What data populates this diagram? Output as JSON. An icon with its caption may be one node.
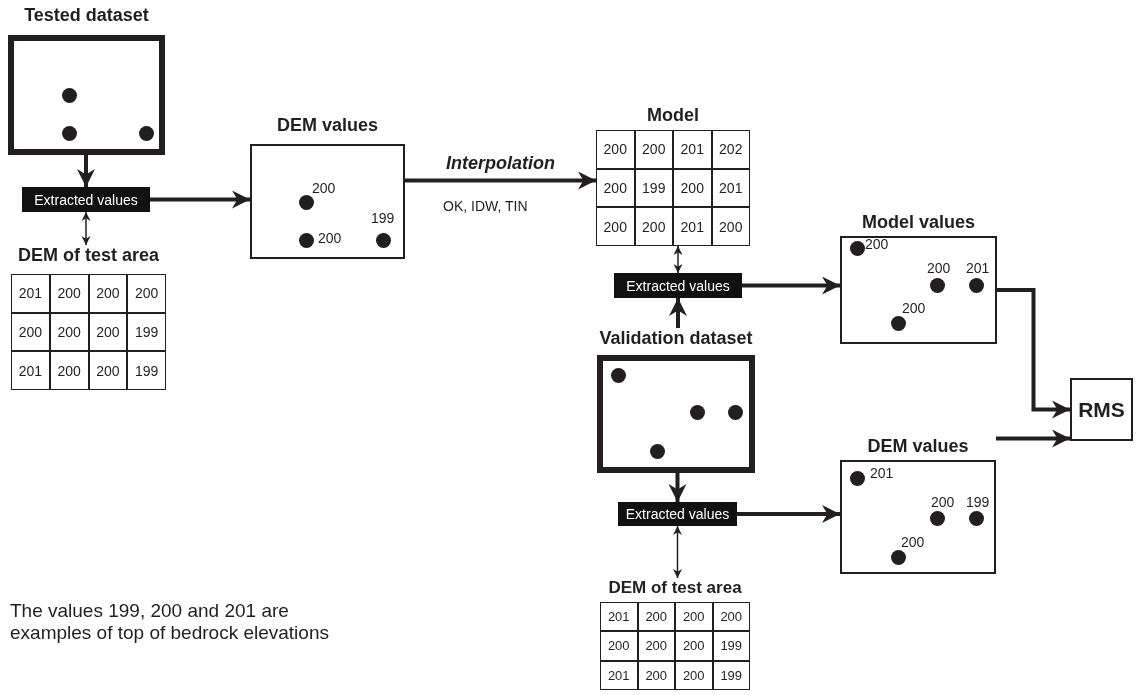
{
  "diagram": {
    "nodes": [
      {
        "text": [
          "Tested dataset"
        ]
      },
      {
        "text": [
          "Extracted values"
        ]
      },
      {
        "text": [
          "DEM of test area",
          "201",
          "200",
          "200",
          "200",
          "200",
          "200",
          "200",
          "199",
          "201",
          "200",
          "200",
          "199"
        ]
      },
      {
        "text": [
          "DEM values",
          "200",
          "200",
          "199"
        ]
      },
      {
        "text": [
          "Model",
          "200",
          "200",
          "201",
          "202",
          "200",
          "199",
          "200",
          "201",
          "200",
          "200",
          "201",
          "200"
        ]
      },
      {
        "text": [
          "Extracted values"
        ]
      },
      {
        "text": [
          "Model values",
          "200",
          "200",
          "201",
          "200"
        ]
      },
      {
        "text": [
          "Validation dataset"
        ]
      },
      {
        "text": [
          "Extracted values"
        ]
      },
      {
        "text": [
          "DEM values",
          "201",
          "200",
          "199",
          "200"
        ]
      },
      {
        "text": [
          "DEM of test area",
          "201",
          "200",
          "200",
          "200",
          "200",
          "200",
          "200",
          "199",
          "201",
          "200",
          "200",
          "199"
        ]
      },
      {
        "text": [
          "RMS"
        ]
      }
    ],
    "edges": [
      {
        "from": 0,
        "to": 1,
        "arrow": "to"
      },
      {
        "from": 1,
        "to": 2,
        "arrow": "both"
      },
      {
        "from": 1,
        "to": 3,
        "arrow": "to"
      },
      {
        "from": 3,
        "to": 4,
        "arrow": "to",
        "label": "Interpolation"
      },
      {
        "from": 4,
        "to": 5,
        "arrow": "both"
      },
      {
        "from": 7,
        "to": 5,
        "arrow": "to"
      },
      {
        "from": 5,
        "to": 6,
        "arrow": "to"
      },
      {
        "from": 7,
        "to": 8,
        "arrow": "to"
      },
      {
        "from": 8,
        "to": 10,
        "arrow": "both"
      },
      {
        "from": 8,
        "to": 9,
        "arrow": "to"
      },
      {
        "from": 6,
        "to": 11,
        "arrow": "to"
      },
      {
        "from": 9,
        "to": 11,
        "arrow": "to"
      }
    ],
    "labels": [
      "OK, IDW, TIN",
      "The values 199, 200 and 201 are examples of top of bedrock elevations"
    ]
  }
}
